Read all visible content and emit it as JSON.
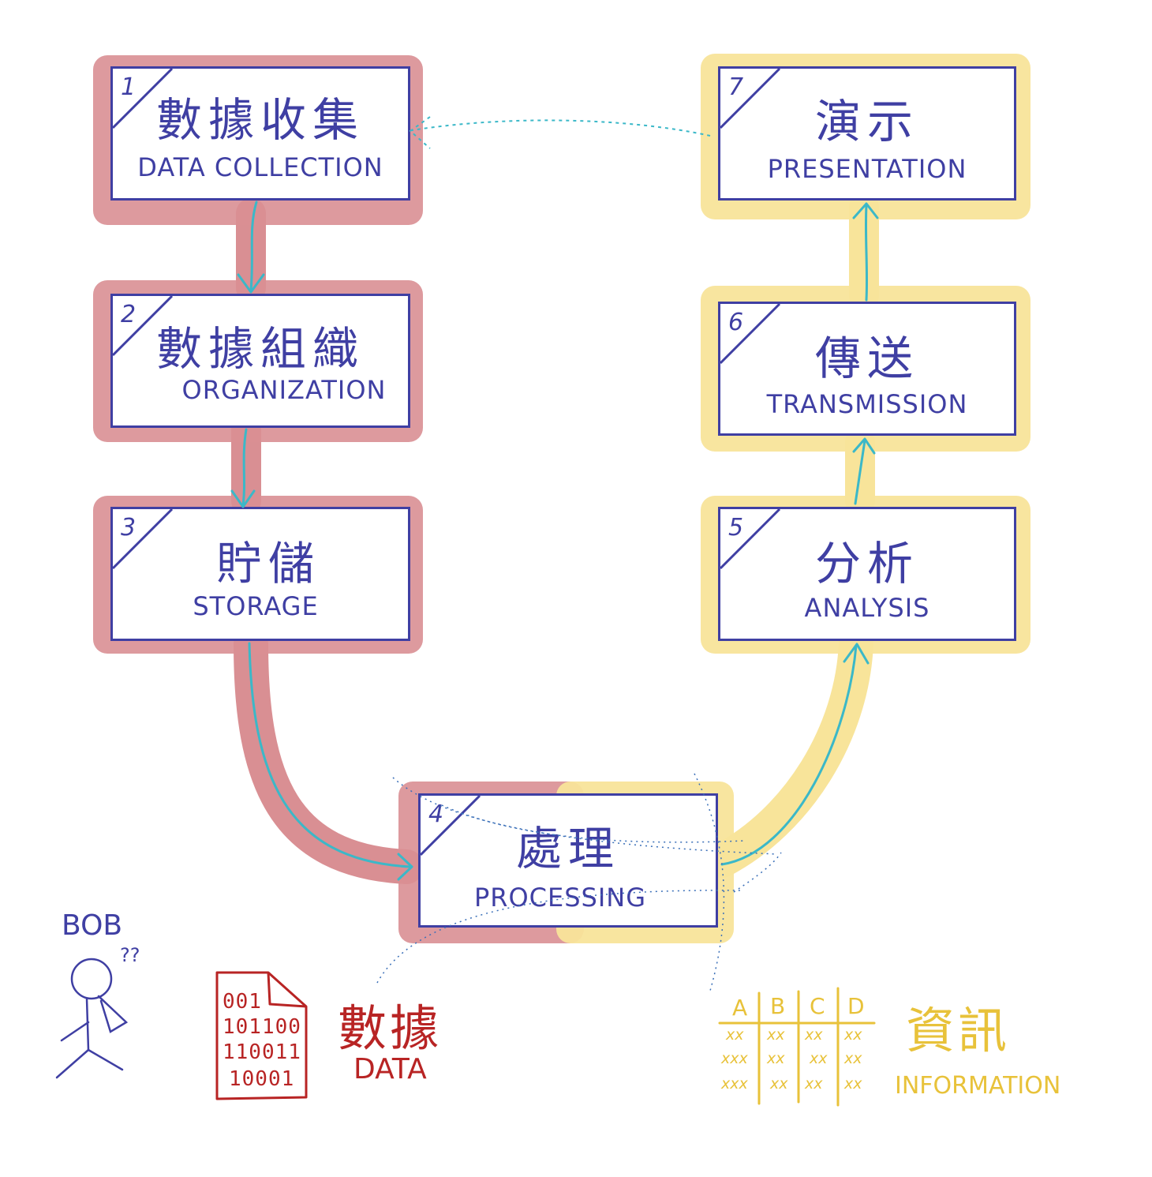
{
  "steps": [
    {
      "num": "1",
      "zh": "數據收集",
      "en": "DATA COLLECTION"
    },
    {
      "num": "2",
      "zh": "數據組織",
      "en": "ORGANIZATION"
    },
    {
      "num": "3",
      "zh": "貯儲",
      "en": "STORAGE"
    },
    {
      "num": "4",
      "zh": "處理",
      "en": "PROCESSING"
    },
    {
      "num": "5",
      "zh": "分析",
      "en": "ANALYSIS"
    },
    {
      "num": "6",
      "zh": "傳送",
      "en": "TRANSMISSION"
    },
    {
      "num": "7",
      "zh": "演示",
      "en": "PRESENTATION"
    }
  ],
  "legend": {
    "person": {
      "name": "BOB",
      "question": "??"
    },
    "data": {
      "zh": "數據",
      "en": "DATA",
      "binary": [
        "001",
        "101100",
        "110011",
        "10001"
      ]
    },
    "information": {
      "zh": "資訊",
      "en": "INFORMATION",
      "headers": [
        "A",
        "B",
        "C",
        "D"
      ],
      "cells": [
        [
          "xx",
          "xx",
          "xx",
          "xx"
        ],
        [
          "xxx",
          "xx",
          "xx",
          "xx"
        ],
        [
          "xxx",
          "xx",
          "xx",
          "xx"
        ]
      ]
    }
  },
  "colors": {
    "ink": "#3f3fa3",
    "data_highlight": "#d98f93",
    "info_highlight": "#f8e49a",
    "arrow": "#3bb8c8",
    "data_red": "#b82424",
    "info_yellow": "#e8c23a"
  }
}
